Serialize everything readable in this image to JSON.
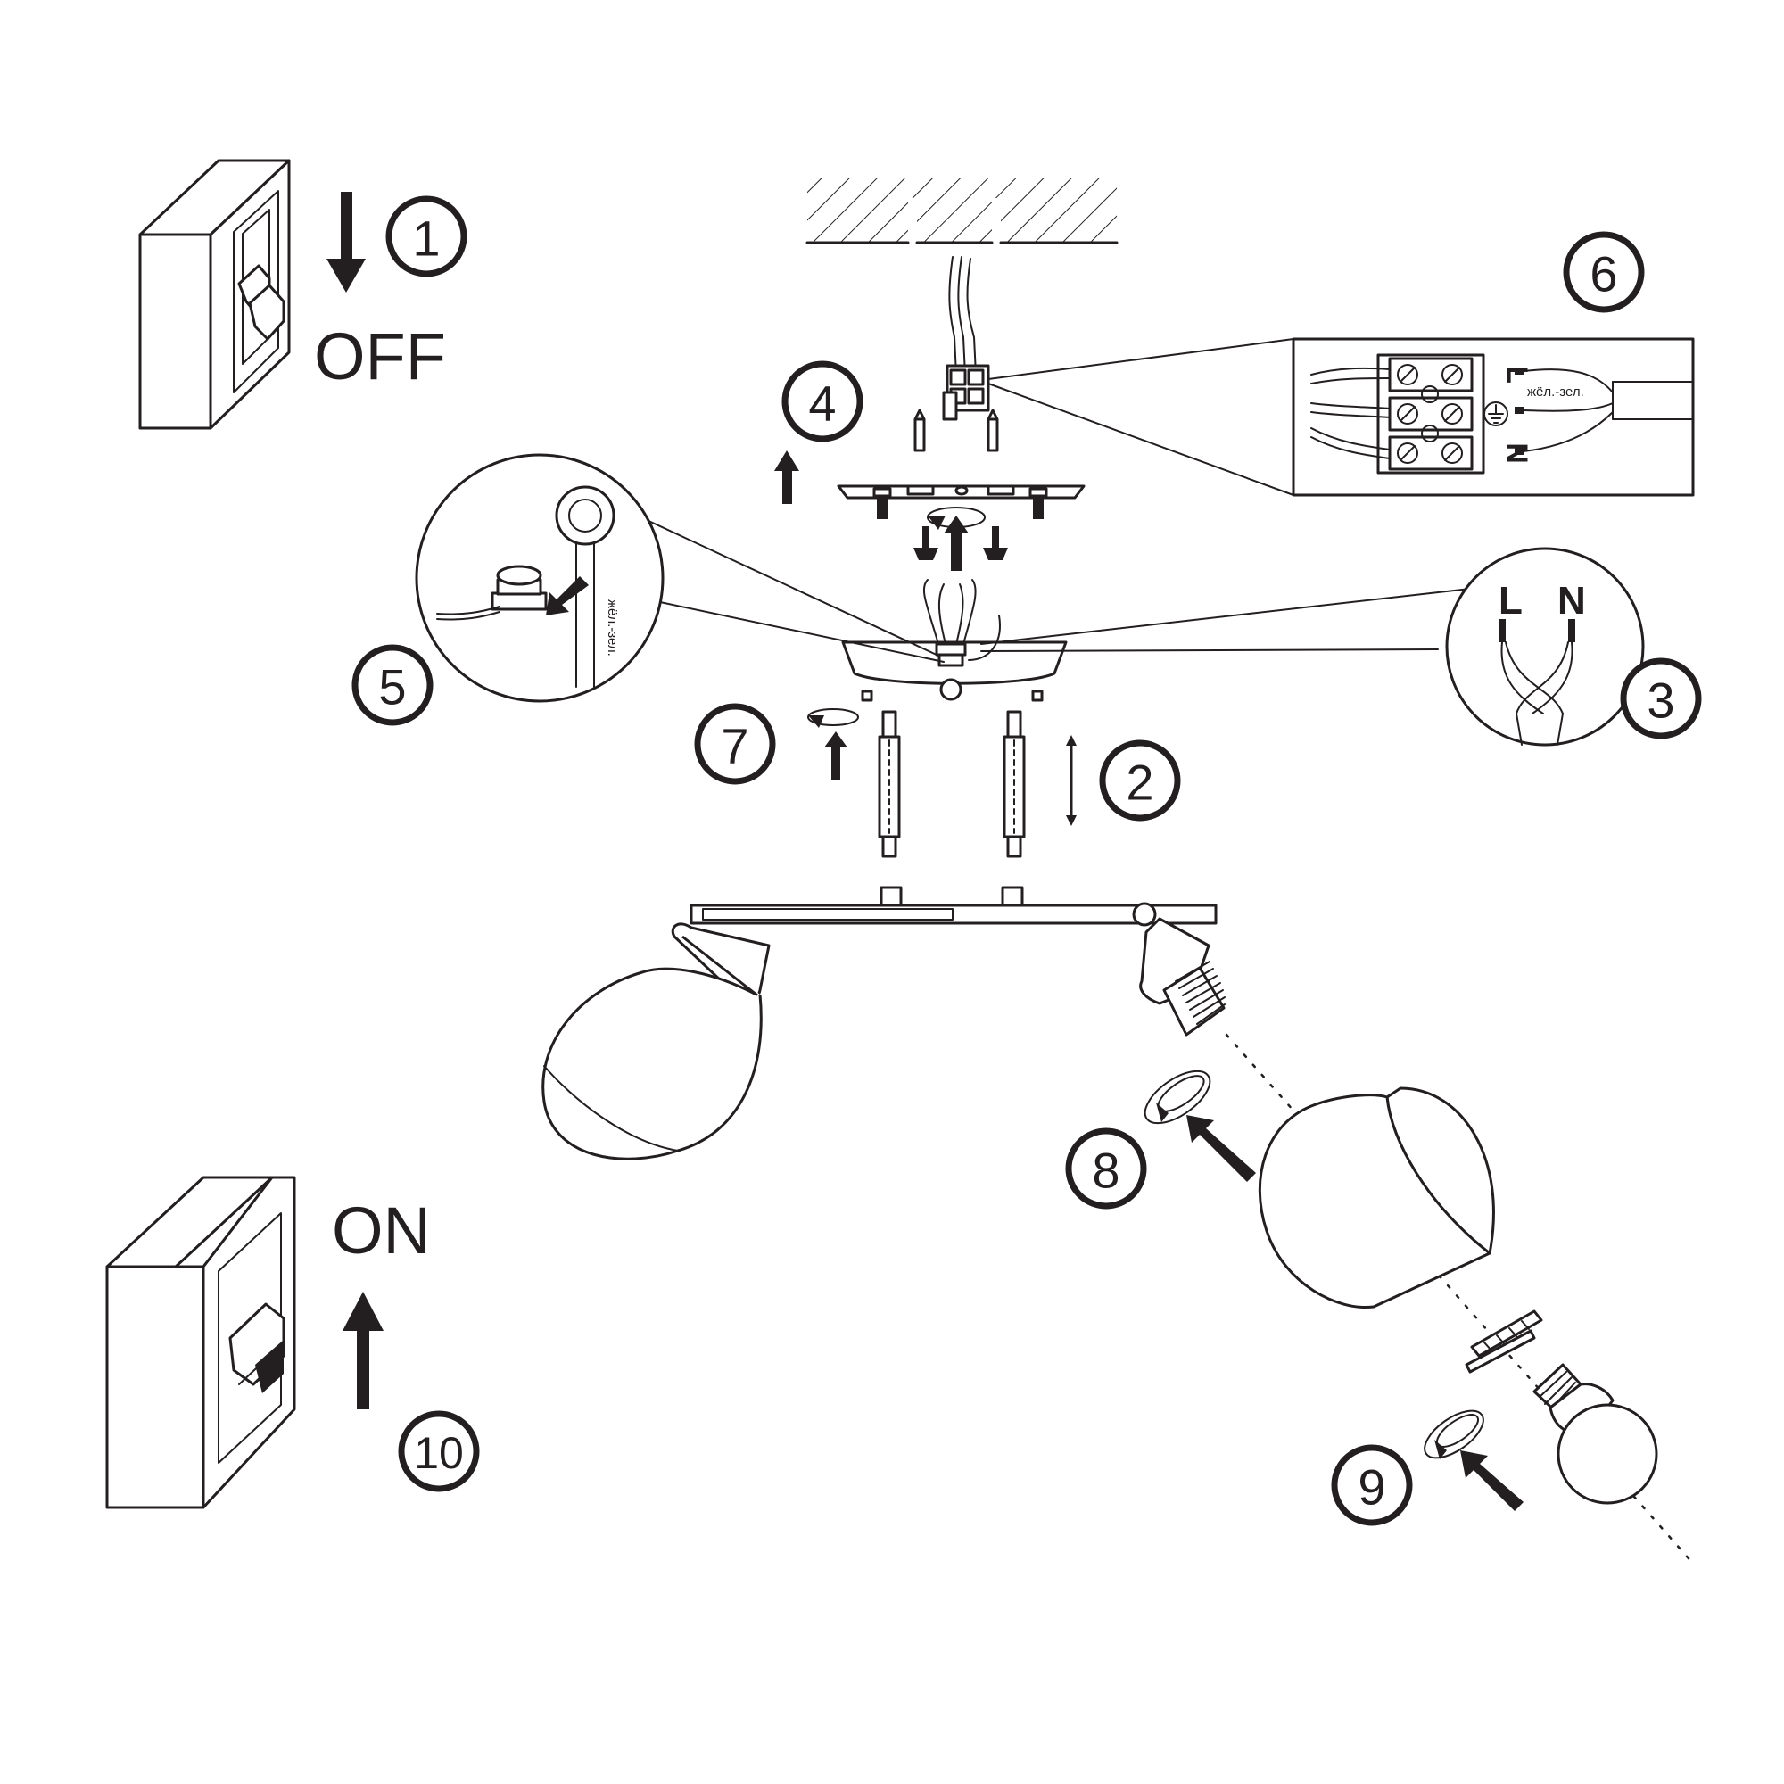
{
  "switch_off": {
    "label": "OFF"
  },
  "switch_on": {
    "label": "ON"
  },
  "steps": {
    "s1": "1",
    "s2": "2",
    "s3": "3",
    "s4": "4",
    "s5": "5",
    "s6": "6",
    "s7": "7",
    "s8": "8",
    "s9": "9",
    "s10": "10"
  },
  "wiring": {
    "live": "L",
    "neutral": "N",
    "earth_wire": "жёл.-зел."
  },
  "colors": {
    "line": "#231f20",
    "background": "#ffffff"
  }
}
